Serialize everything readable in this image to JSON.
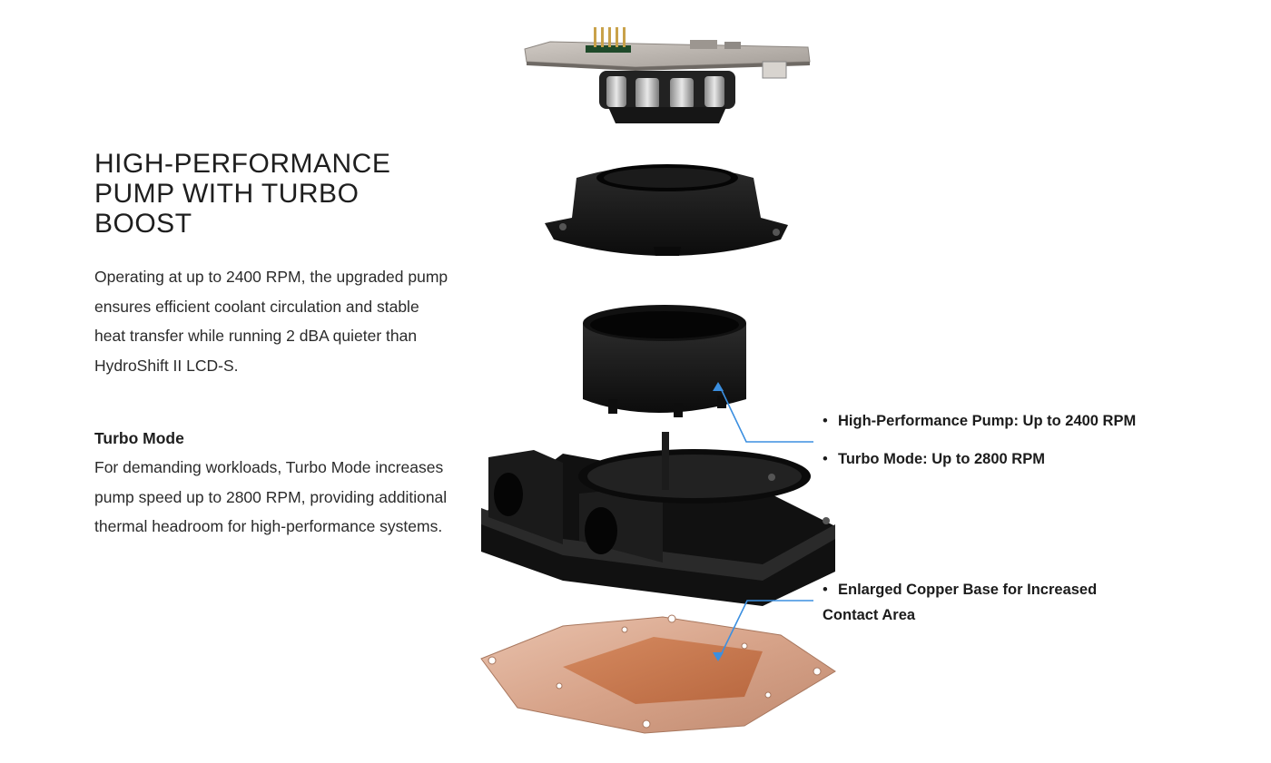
{
  "section": {
    "headline": "HIGH-PERFORMANCE PUMP WITH TURBO BOOST",
    "intro": "Operating at up to 2400 RPM, the upgraded pump ensures efficient coolant circulation and stable heat transfer while running 2 dBA quieter than HydroShift II LCD-S.",
    "turbo_title": "Turbo Mode",
    "turbo_body": "For demanding workloads, Turbo Mode increases pump speed up to 2800 RPM, providing additional thermal headroom for high-performance systems."
  },
  "diagram": {
    "bullet_glyph": "•",
    "callouts": [
      {
        "label": "High-Performance Pump: Up to 2400 RPM"
      },
      {
        "label": "Turbo Mode: Up to 2800 RPM"
      },
      {
        "label": "Enlarged Copper Base for Increased Contact Area"
      }
    ],
    "leader_color": "#3b8fe0",
    "copper_color": "#d9a48a",
    "housing_color": "#1a1a1a",
    "pcb_color": "#b9b3ad"
  }
}
